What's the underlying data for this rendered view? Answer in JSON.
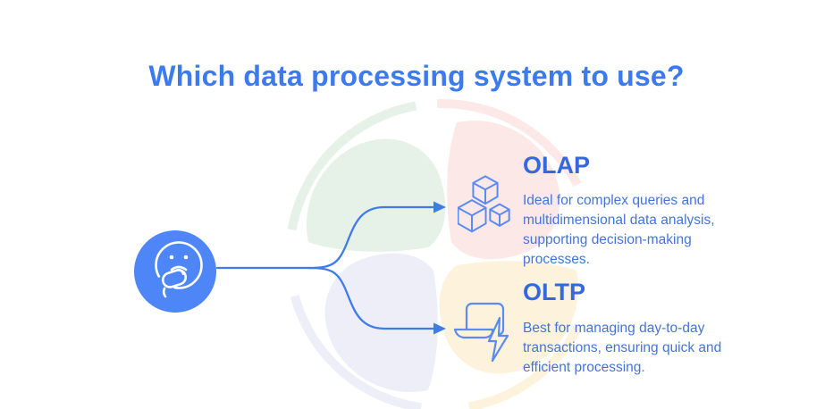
{
  "title": "Which data processing system to use?",
  "decision": {
    "icon": "thinking-face-icon"
  },
  "branches": [
    {
      "id": "olap",
      "heading": "OLAP",
      "icon": "cubes-icon",
      "description": "Ideal for complex queries and multidimensional data analysis, supporting decision-making processes."
    },
    {
      "id": "oltp",
      "heading": "OLTP",
      "icon": "laptop-bolt-icon",
      "description": "Best for managing day-to-day transactions, ensuring quick and efficient processing."
    }
  ],
  "colors": {
    "title_blue": "#3c7aee",
    "heading_blue": "#3567de",
    "body_blue": "#4474d9",
    "accent_blue": "#4e86f7",
    "connector_blue": "#3f7ce8",
    "icon_stroke_blue": "#5b8bf0",
    "petal_green": "#e6f1e8",
    "petal_pink": "#fce9e7",
    "petal_lavender": "#edeef8",
    "petal_yellow": "#fdf3dc"
  }
}
